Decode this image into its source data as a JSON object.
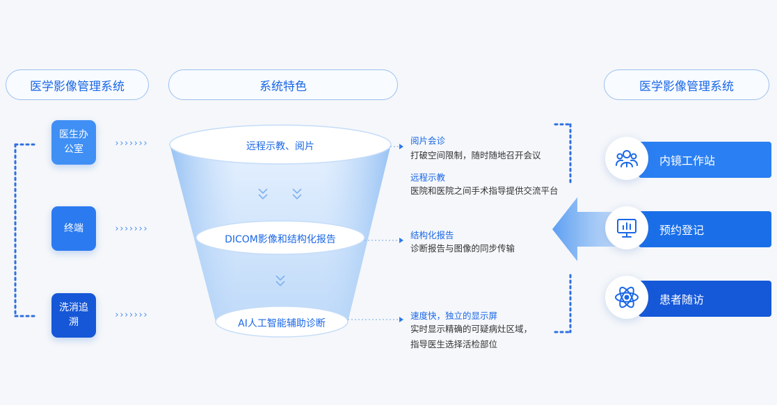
{
  "headers": {
    "left": "医学影像管理系统",
    "middle": "系统特色",
    "right": "医学影像管理系统"
  },
  "left_boxes": [
    {
      "label": "医生办公室"
    },
    {
      "label": "终端"
    },
    {
      "label": "洗消追溯"
    }
  ],
  "chevrons": "›››››››",
  "funnel": {
    "level1": "远程示教、阅片",
    "level2": "DICOM影像和结构化报告",
    "level3": "AI人工智能辅助诊断"
  },
  "descriptions": [
    {
      "title": "阅片会诊",
      "lines": [
        "打破空间限制，随时随地召开会议"
      ]
    },
    {
      "title": "远程示教",
      "lines": [
        "医院和医院之间手术指导提供交流平台"
      ]
    },
    {
      "title": "结构化报告",
      "lines": [
        "诊断报告与图像的同步传输"
      ]
    },
    {
      "title": "速度快，独立的显示屏",
      "lines": [
        "实时显示精确的可疑病灶区域，",
        "指导医生选择活检部位"
      ]
    }
  ],
  "right_items": [
    {
      "label": "内镜工作站",
      "icon": "team-icon"
    },
    {
      "label": "预约登记",
      "icon": "monitor-chart-icon"
    },
    {
      "label": "患者随访",
      "icon": "atom-icon"
    }
  ],
  "colors": {
    "primary": "#1a67e6",
    "box_light": "#3f8ff5",
    "box_mid": "#2b7af0",
    "box_dark": "#1557d6",
    "header_border": "#9cbff0"
  }
}
